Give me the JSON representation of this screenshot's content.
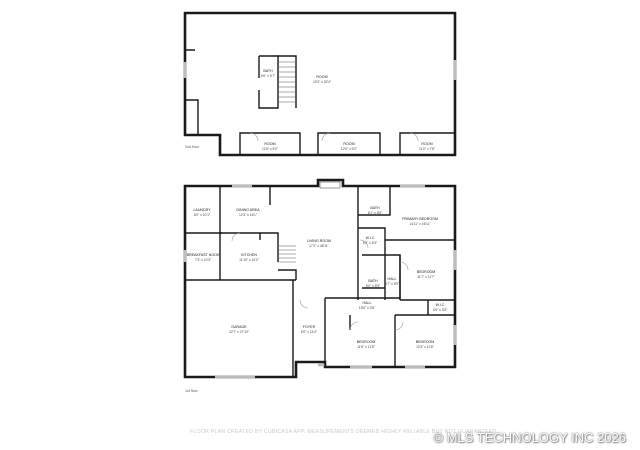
{
  "floors": [
    {
      "label": "2nd floor",
      "rooms": [
        {
          "id": "room-large",
          "name": "ROOM",
          "dims": "15'3\" x 32'4\""
        },
        {
          "id": "bath-upper",
          "name": "BATH",
          "dims": "5'6\" x 6'7\""
        },
        {
          "id": "room-1",
          "name": "ROOM",
          "dims": "11'8\" x 9'0\""
        },
        {
          "id": "room-2",
          "name": "ROOM",
          "dims": "12'6\" x 9'2\""
        },
        {
          "id": "room-3",
          "name": "ROOM",
          "dims": "11'0\" x 7'8\""
        }
      ]
    },
    {
      "label": "1st floor",
      "rooms": [
        {
          "id": "laundry",
          "name": "LAUNDRY",
          "dims": "8'0\" x 10'1\""
        },
        {
          "id": "dining-area",
          "name": "DINING AREA",
          "dims": "12'3\" x 16'1\""
        },
        {
          "id": "living-room",
          "name": "LIVING ROOM",
          "dims": "17'2\" x 48'11\""
        },
        {
          "id": "bath-primary",
          "name": "BATH",
          "dims": "6'1\" x 8'8\""
        },
        {
          "id": "primary-bedroom",
          "name": "PRIMARY BEDROOM",
          "dims": "14'11\" x 16'11\""
        },
        {
          "id": "breakfast-nook",
          "name": "BREAKFAST NOOK",
          "dims": "7'3\" x 10'3\""
        },
        {
          "id": "kitchen",
          "name": "KITCHEN",
          "dims": "11'10\" x 10'2\""
        },
        {
          "id": "wic-1",
          "name": "W.I.C",
          "dims": "5'0\" x 6'3\""
        },
        {
          "id": "bath-2",
          "name": "BATH",
          "dims": "5'0\" x 8'5\""
        },
        {
          "id": "hall-small",
          "name": "HALL",
          "dims": "3'7\" x 8'9\""
        },
        {
          "id": "bedroom-1",
          "name": "BEDROOM",
          "dims": "11'7\" x 11'7\""
        },
        {
          "id": "hall",
          "name": "HALL",
          "dims": "18'6\" x 3'8\""
        },
        {
          "id": "wic-2",
          "name": "W.I.C",
          "dims": "4'6\" x 3'8\""
        },
        {
          "id": "garage",
          "name": "GARAGE",
          "dims": "22'7\" x 27'10\""
        },
        {
          "id": "foyer",
          "name": "FOYER",
          "dims": "6'0\" x 14'4\""
        },
        {
          "id": "bedroom-2",
          "name": "BEDROOM",
          "dims": "11'8\" x 11'8\""
        },
        {
          "id": "bedroom-3",
          "name": "BEDROOM",
          "dims": "12'4\" x 11'8\""
        }
      ]
    }
  ],
  "disclaimer": "FLOOR PLAN CREATED BY CUBICASA APP. MEASUREMENTS DEEMED HIGHLY RELIABLE BUT NOT GUARANTEED.",
  "copyright": "© MLS TECHNOLOGY INC 2026"
}
